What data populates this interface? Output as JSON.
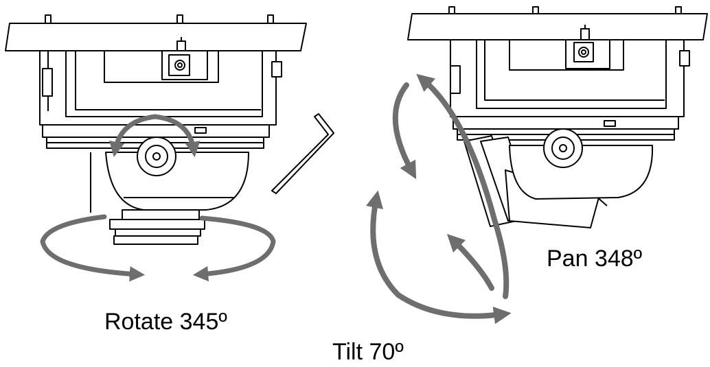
{
  "labels": {
    "rotate": "Rotate 345º",
    "tilt": "Tilt 70º",
    "pan": "Pan 348º"
  },
  "colors": {
    "line": "#000000",
    "arrow": "#6e6e6e",
    "background": "#ffffff"
  },
  "icons": [
    "hex-key-icon",
    "rotate-arrow-icon",
    "tilt-arrow-icon",
    "pan-arrow-icon"
  ]
}
